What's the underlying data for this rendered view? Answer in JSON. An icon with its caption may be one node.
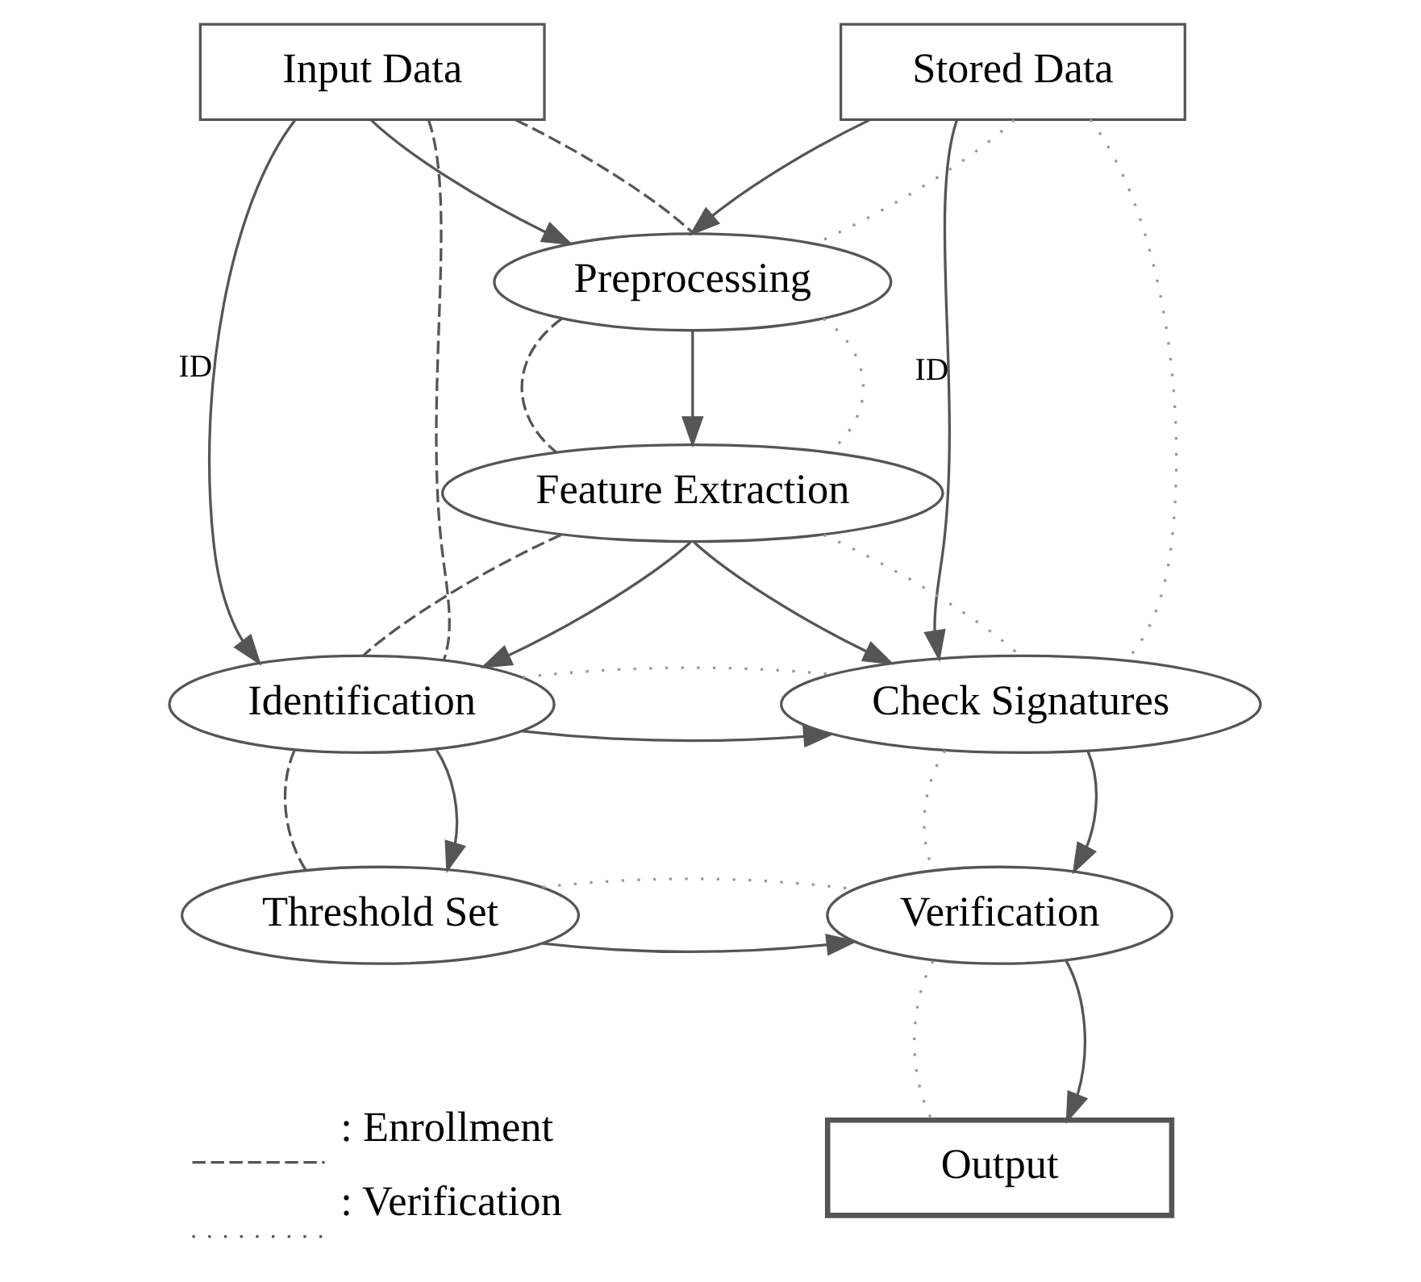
{
  "diagram": {
    "nodes": [
      {
        "text": [
          "Input Data"
        ]
      },
      {
        "text": [
          "Stored Data"
        ]
      },
      {
        "text": [
          "Preprocessing"
        ]
      },
      {
        "text": [
          "Feature Extraction"
        ]
      },
      {
        "text": [
          "Identification"
        ]
      },
      {
        "text": [
          "Check Signatures"
        ]
      },
      {
        "text": [
          "Threshold Set"
        ]
      },
      {
        "text": [
          "Verification"
        ]
      },
      {
        "text": [
          "Output"
        ]
      }
    ],
    "edges": [
      {
        "from": 0,
        "to": 2,
        "arrow": "to"
      },
      {
        "from": 0,
        "to": 2,
        "arrow": "none",
        "style": "dashed"
      },
      {
        "from": 1,
        "to": 2,
        "arrow": "to"
      },
      {
        "from": 1,
        "to": 2,
        "arrow": "none",
        "style": "dashed",
        "color": "#999999"
      },
      {
        "from": 0,
        "to": 4,
        "arrow": "to",
        "label": "ID"
      },
      {
        "from": 0,
        "to": 4,
        "arrow": "none",
        "style": "dashed"
      },
      {
        "from": 1,
        "to": 5,
        "arrow": "to",
        "label": "ID"
      },
      {
        "from": 1,
        "to": 5,
        "arrow": "none",
        "style": "dashed",
        "color": "#999999"
      },
      {
        "from": 2,
        "to": 3,
        "arrow": "none",
        "style": "dashed"
      },
      {
        "from": 2,
        "to": 3,
        "arrow": "to"
      },
      {
        "from": 2,
        "to": 3,
        "arrow": "none",
        "style": "dashed",
        "color": "#999999"
      },
      {
        "from": 3,
        "to": 4,
        "arrow": "none",
        "style": "dashed"
      },
      {
        "from": 3,
        "to": 4,
        "arrow": "to"
      },
      {
        "from": 3,
        "to": 5,
        "arrow": "to"
      },
      {
        "from": 3,
        "to": 5,
        "arrow": "none",
        "style": "dashed",
        "color": "#999999"
      },
      {
        "from": 4,
        "to": 5,
        "arrow": "to"
      },
      {
        "from": 4,
        "to": 5,
        "arrow": "none",
        "style": "dashed",
        "color": "#999999"
      },
      {
        "from": 4,
        "to": 6,
        "arrow": "none",
        "style": "dashed"
      },
      {
        "from": 4,
        "to": 6,
        "arrow": "to"
      },
      {
        "from": 5,
        "to": 7,
        "arrow": "none",
        "style": "dashed",
        "color": "#999999"
      },
      {
        "from": 5,
        "to": 7,
        "arrow": "to"
      },
      {
        "from": 6,
        "to": 7,
        "arrow": "to"
      },
      {
        "from": 6,
        "to": 7,
        "arrow": "none",
        "style": "dashed",
        "color": "#999999"
      },
      {
        "from": 7,
        "to": 8,
        "arrow": "none",
        "style": "dashed",
        "color": "#999999"
      },
      {
        "from": 7,
        "to": 8,
        "arrow": "to"
      }
    ],
    "legend": [
      {
        "text": ": Enrollment"
      },
      {
        "text": ": Verification"
      }
    ]
  }
}
